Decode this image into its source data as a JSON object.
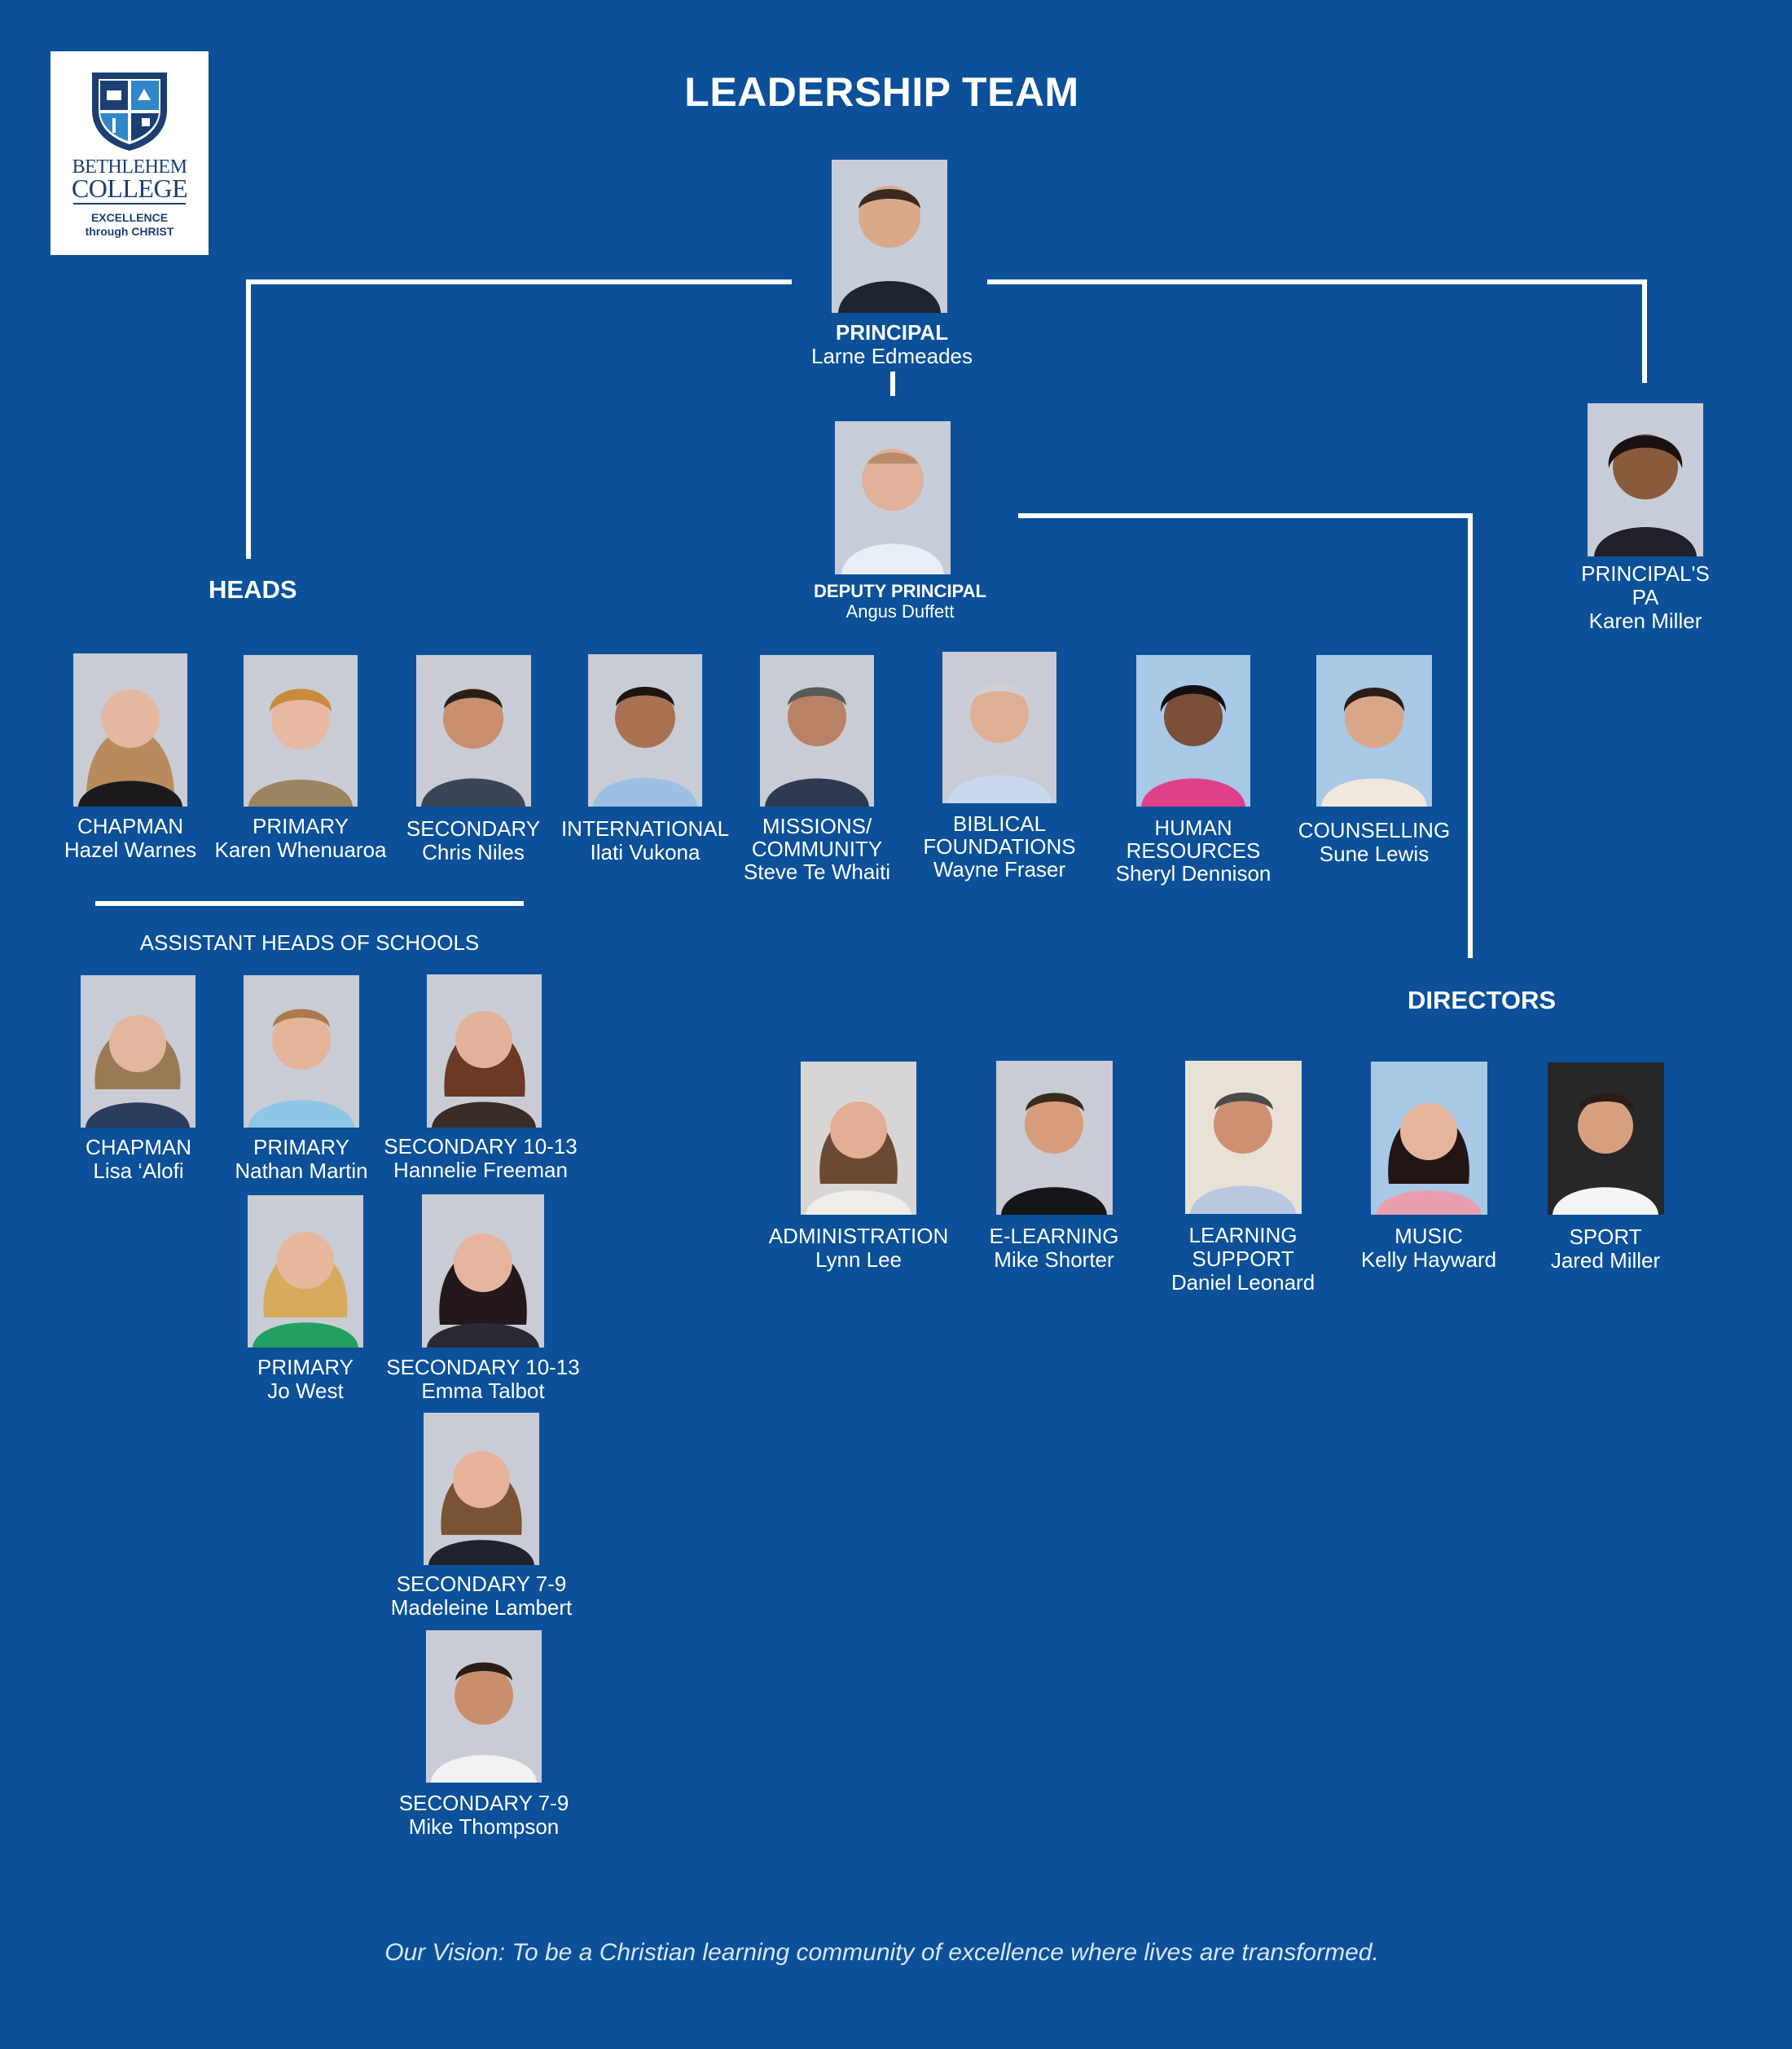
{
  "title": "LEADERSHIP TEAM",
  "logo": {
    "name_line1": "BETHLEHEM",
    "name_line2": "COLLEGE",
    "tagline_line1": "EXCELLENCE",
    "tagline_line2": "through CHRIST"
  },
  "sections": {
    "heads": "HEADS",
    "assistant_heads": "ASSISTANT HEADS OF SCHOOLS",
    "directors": "DIRECTORS"
  },
  "principal": {
    "role": "PRINCIPAL",
    "name": "Larne Edmeades"
  },
  "deputy": {
    "role": "DEPUTY PRINCIPAL",
    "name": "Angus Duffett"
  },
  "pa": {
    "role_line1": "PRINCIPAL'S",
    "role_line2": "PA",
    "name": "Karen Miller"
  },
  "heads": [
    {
      "role": "CHAPMAN",
      "name": "Hazel Warnes"
    },
    {
      "role": "PRIMARY",
      "name": "Karen Whenuaroa"
    },
    {
      "role": "SECONDARY",
      "name": "Chris Niles"
    },
    {
      "role": "INTERNATIONAL",
      "name": "Ilati Vukona"
    },
    {
      "role_line1": "MISSIONS/",
      "role_line2": "COMMUNITY",
      "name": "Steve Te Whaiti"
    },
    {
      "role_line1": "BIBLICAL",
      "role_line2": "FOUNDATIONS",
      "name": "Wayne Fraser"
    },
    {
      "role_line1": "HUMAN",
      "role_line2": "RESOURCES",
      "name": "Sheryl Dennison"
    },
    {
      "role": "COUNSELLING",
      "name": "Sune Lewis"
    }
  ],
  "assistants": [
    {
      "role": "CHAPMAN",
      "name": "Lisa ‘Alofi"
    },
    {
      "role": "PRIMARY",
      "name": "Nathan Martin"
    },
    {
      "role": "SECONDARY 10-13",
      "name": "Hannelie Freeman"
    },
    {
      "role": "PRIMARY",
      "name": "Jo West"
    },
    {
      "role": "SECONDARY 10-13",
      "name": "Emma Talbot"
    },
    {
      "role": "SECONDARY 7-9",
      "name": "Madeleine Lambert"
    },
    {
      "role": "SECONDARY 7-9",
      "name": "Mike Thompson"
    }
  ],
  "directors": [
    {
      "role": "ADMINISTRATION",
      "name": "Lynn Lee"
    },
    {
      "role": "E-LEARNING",
      "name": "Mike  Shorter"
    },
    {
      "role_line1": "LEARNING",
      "role_line2": "SUPPORT",
      "name": "Daniel Leonard"
    },
    {
      "role": "MUSIC",
      "name": "Kelly Hayward"
    },
    {
      "role": "SPORT",
      "name": "Jared Miller"
    }
  ],
  "vision": "Our Vision: To be a Christian learning community of excellence where lives are transformed.",
  "colors": {
    "background": "#0b5099",
    "text": "#ffffff",
    "logo_navy": "#1c3f73"
  }
}
